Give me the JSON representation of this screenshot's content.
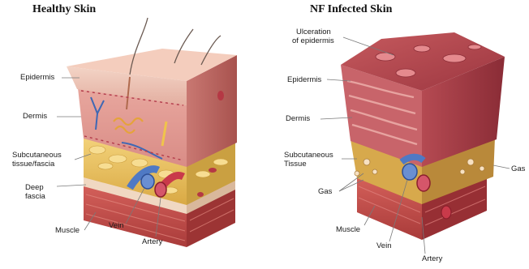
{
  "healthy": {
    "title": "Healthy Skin",
    "labels": {
      "epidermis": "Epidermis",
      "dermis": "Dermis",
      "subcutaneous_1": "Subcutaneous",
      "subcutaneous_2": "tissue/fascia",
      "deep_fascia_1": "Deep",
      "deep_fascia_2": "fascia",
      "muscle": "Muscle",
      "vein": "Vein",
      "artery": "Artery"
    }
  },
  "infected": {
    "title": "NF Infected Skin",
    "labels": {
      "ulceration_1": "Ulceration",
      "ulceration_2": "of epidermis",
      "epidermis": "Epidermis",
      "dermis": "Dermis",
      "subcutaneous_1": "Subcutaneous",
      "subcutaneous_2": "Tissue",
      "gas_right": "Gas",
      "gas_left": "Gas",
      "muscle": "Muscle",
      "vein": "Vein",
      "artery": "Artery"
    }
  },
  "colors": {
    "epidermis": "#e8b6a8",
    "dermis": "#d98a86",
    "subcutaneous_fat": "#e9c35c",
    "deep_fascia": "#f2dcc8",
    "muscle": "#c8504c",
    "vein": "#4f79c4",
    "artery": "#c93a4a",
    "infected_tissue": "#b8484e",
    "label_line": "#7a7a7a"
  }
}
